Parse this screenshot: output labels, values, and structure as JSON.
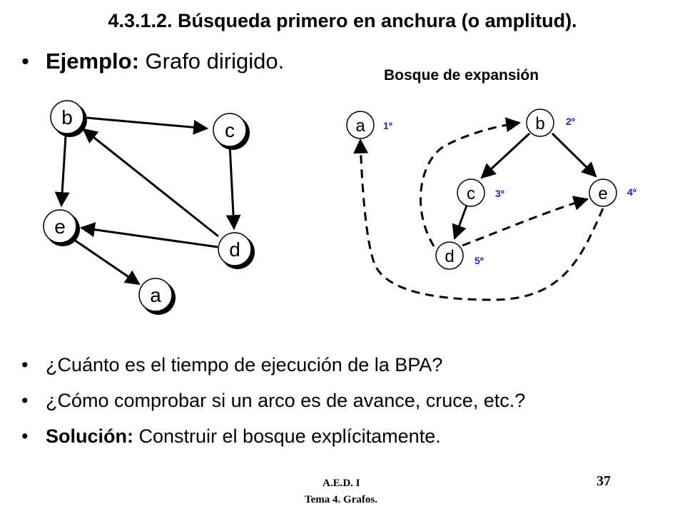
{
  "slide": {
    "title": "4.3.1.2. Búsqueda primero en anchura (o amplitud).",
    "bullets": [
      {
        "bold": "Ejemplo:",
        "text": " Grafo dirigido."
      },
      {
        "bold": "",
        "text": "¿Cuánto es el tiempo de ejecución de la BPA?"
      },
      {
        "bold": "",
        "text": "¿Cómo comprobar si un arco es de avance, cruce, etc.?"
      },
      {
        "bold": "Solución:",
        "text": " Construir el bosque explícitamente."
      }
    ],
    "bullet_glyph": "•"
  },
  "graph": {
    "nodes": [
      "b",
      "c",
      "e",
      "d",
      "a"
    ]
  },
  "forest": {
    "title": "Bosque de expansión",
    "nodes": [
      "a",
      "b",
      "c",
      "e",
      "d"
    ],
    "orders": [
      "1º",
      "2º",
      "3º",
      "4º",
      "5º"
    ]
  },
  "footer": {
    "course": "A.E.D. I",
    "subtitle": "Tema 4. Grafos.",
    "page": "37"
  },
  "colors": {
    "order_label": "#2020c0",
    "ink": "#000000",
    "node_fill": "#ffffff"
  }
}
